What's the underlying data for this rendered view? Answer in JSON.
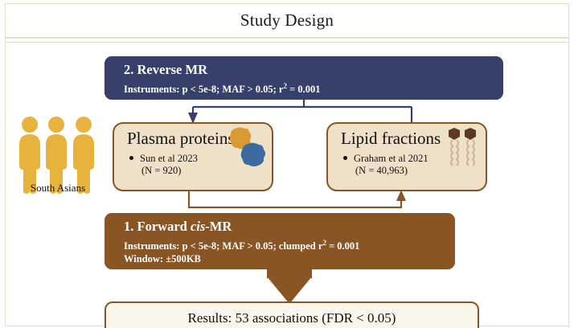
{
  "page": {
    "title": "Study Design"
  },
  "colors": {
    "navy": "#36406b",
    "brown": "#8a5524",
    "cream_fill": "#efe0c8",
    "results_fill": "#fbf6ec",
    "people_amber": "#e8b33c",
    "protein_orange": "#d99a33",
    "protein_blue": "#3d6b9e",
    "frame_line": "#e4ddc8"
  },
  "cohort": {
    "icon": "three-people-icon",
    "label": "South Asians"
  },
  "reverse_mr": {
    "heading": "2. Reverse MR",
    "instruments": "Instruments: p < 5e-8; MAF > 0.05; r",
    "instruments_sup": "2",
    "instruments_tail": " = 0.001"
  },
  "plasma_proteins": {
    "title": "Plasma proteins",
    "citation": "Sun et al 2023",
    "sample_size": "(N = 920)",
    "icon_a": "protein-blob-orange-icon",
    "icon_b": "protein-blob-blue-icon"
  },
  "lipid_fractions": {
    "title": "Lipid fractions",
    "citation": "Graham et al 2021",
    "sample_size": "(N = 40,963)",
    "icon": "lipid-molecule-icon"
  },
  "forward_mr": {
    "heading_prefix": "1. Forward ",
    "heading_italic": "cis",
    "heading_suffix": "-MR",
    "instruments": "Instruments: p < 5e-8; MAF > 0.05; clumped r",
    "instruments_sup": "2",
    "instruments_tail": " = 0.001",
    "window": "Window: ±500KB"
  },
  "results": {
    "text": "Results: 53 associations (FDR < 0.05)"
  },
  "connectors": {
    "reverse_to_proteins": "navy-arrow-down-to-plasma-proteins",
    "reverse_to_lipids": "navy-line-down-to-lipid-fractions",
    "proteins_to_lipids": "brown-arrow-up-to-lipid-fractions",
    "forward_to_results": "brown-arrow-down-to-results"
  }
}
